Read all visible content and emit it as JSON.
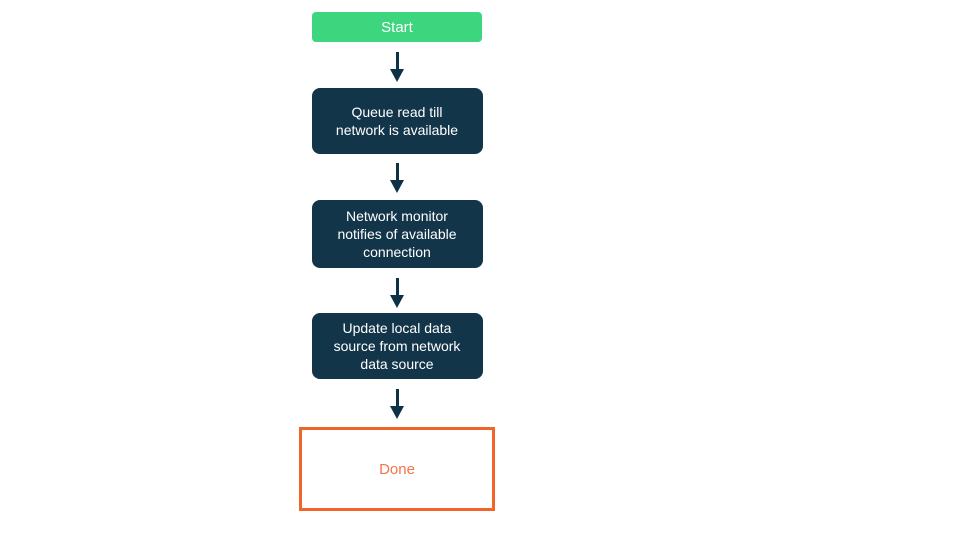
{
  "diagram": {
    "type": "flowchart",
    "direction": "top-down",
    "nodes": [
      {
        "id": "start",
        "type": "start",
        "label": "Start"
      },
      {
        "id": "queue",
        "type": "process",
        "label": "Queue read till\nnetwork is available"
      },
      {
        "id": "monitor",
        "type": "process",
        "label": "Network monitor\nnotifies of available\nconnection"
      },
      {
        "id": "update",
        "type": "process",
        "label": "Update local data\nsource from network\ndata source"
      },
      {
        "id": "done",
        "type": "terminal",
        "label": "Done"
      }
    ],
    "edges": [
      {
        "from": "start",
        "to": "queue"
      },
      {
        "from": "queue",
        "to": "monitor"
      },
      {
        "from": "monitor",
        "to": "update"
      },
      {
        "from": "update",
        "to": "done"
      }
    ],
    "colors": {
      "background": "#FFFFFF",
      "start_fill": "#3DD57E",
      "start_text": "#FFFFFF",
      "process_fill": "#13354A",
      "process_text": "#FFFFFF",
      "arrow": "#0D3246",
      "done_border": "#F16528",
      "done_text": "#F4744B",
      "done_fill": "#FFFFFF"
    }
  }
}
